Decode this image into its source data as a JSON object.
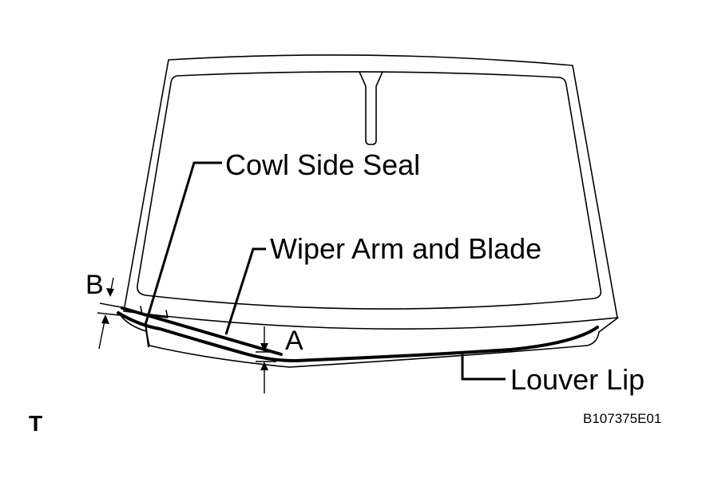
{
  "labels": {
    "cowl_side_seal": "Cowl Side Seal",
    "wiper_arm_and_blade": "Wiper Arm and Blade",
    "louver_lip": "Louver Lip",
    "dimension_a": "A",
    "dimension_b": "B",
    "corner_mark": "T",
    "figure_id": "B107375E01"
  }
}
